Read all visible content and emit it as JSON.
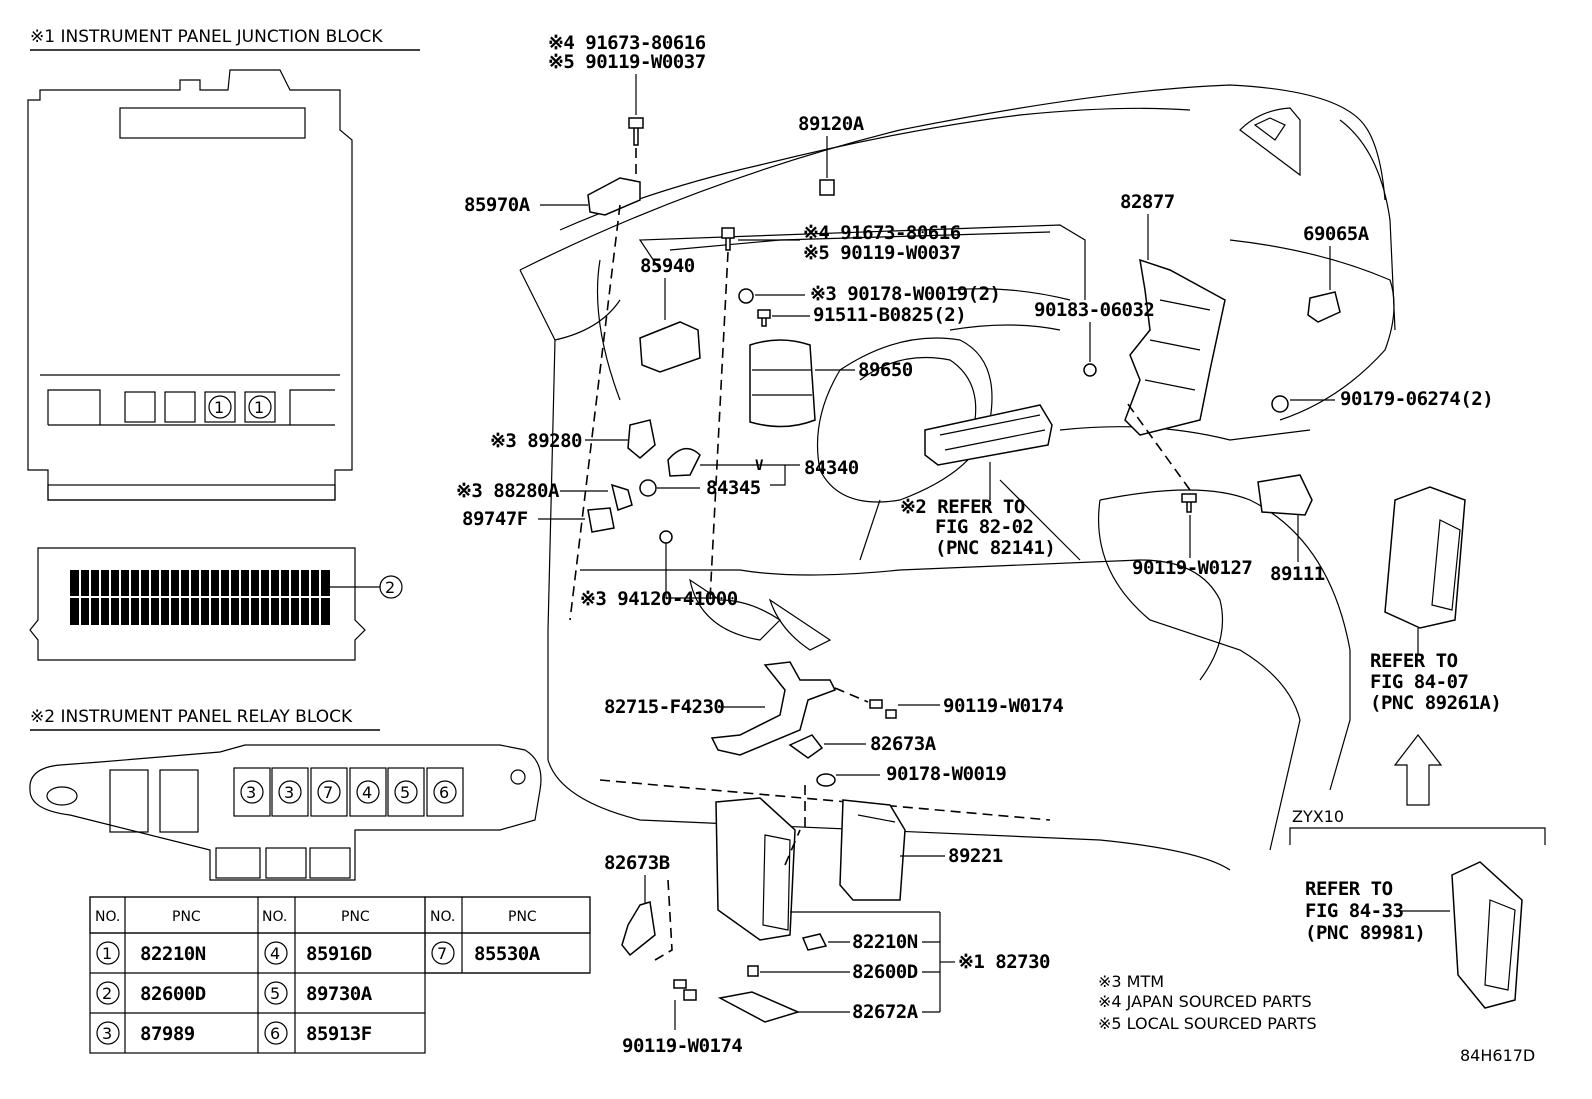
{
  "junction_block": {
    "title": "※1 INSTRUMENT PANEL JUNCTION BLOCK",
    "markers": [
      "1",
      "1",
      "2"
    ]
  },
  "relay_block": {
    "title": "※2 INSTRUMENT PANEL RELAY BLOCK",
    "markers": [
      "3",
      "3",
      "7",
      "4",
      "5",
      "6"
    ]
  },
  "table": {
    "headers": [
      "NO.",
      "PNC",
      "NO.",
      "PNC",
      "NO.",
      "PNC"
    ],
    "rows": [
      [
        {
          "no": "1",
          "pnc": "82210N"
        },
        {
          "no": "4",
          "pnc": "85916D"
        },
        {
          "no": "7",
          "pnc": "85530A"
        }
      ],
      [
        {
          "no": "2",
          "pnc": "82600D"
        },
        {
          "no": "5",
          "pnc": "89730A"
        }
      ],
      [
        {
          "no": "3",
          "pnc": "87989"
        },
        {
          "no": "6",
          "pnc": "85913F"
        }
      ]
    ]
  },
  "labels": {
    "top_screw_1": "※4 91673-80616",
    "top_screw_2": "※5 90119-W0037",
    "p85970A": "85970A",
    "p89120A": "89120A",
    "p82877": "82877",
    "p69065A": "69065A",
    "mid_screw_1": "※4 91673-80616",
    "mid_screw_2": "※5 90119-W0037",
    "p85940": "85940",
    "p90178_2": "※3 90178-W0019(2)",
    "p91511": "91511-B0825(2)",
    "p90183": "90183-06032",
    "p89650": "89650",
    "p90179": "90179-06274(2)",
    "p89280": "※3 89280",
    "p84340": "84340",
    "p84345": "84345",
    "p88280A": "※3 88280A",
    "p89747F": "89747F",
    "refer_82_1": "※2 REFER TO",
    "refer_82_2": "FIG 82-02",
    "refer_82_3": "(PNC 82141)",
    "p90119_W0127": "90119-W0127",
    "p89111": "89111",
    "p94120": "※3 94120-41000",
    "refer_84_07_1": "REFER TO",
    "refer_84_07_2": "FIG 84-07",
    "refer_84_07_3": "(PNC 89261A)",
    "p82715": "82715-F4230",
    "p90119_W0174a": "90119-W0174",
    "p82673A": "82673A",
    "p90178": "90178-W0019",
    "zyx": "ZYX10",
    "p89221": "89221",
    "p82673B": "82673B",
    "p82210N": "82210N",
    "p82600D": "82600D",
    "p82672A": "82672A",
    "p82730": "※1 82730",
    "refer_84_33_1": "REFER TO",
    "refer_84_33_2": "FIG 84-33",
    "refer_84_33_3": "(PNC 89981)",
    "p90119_W0174b": "90119-W0174",
    "note3": "※3 MTM",
    "note4": "※4 JAPAN SOURCED PARTS",
    "note5": "※5 LOCAL SOURCED PARTS",
    "diagram_id": "84H617D"
  }
}
